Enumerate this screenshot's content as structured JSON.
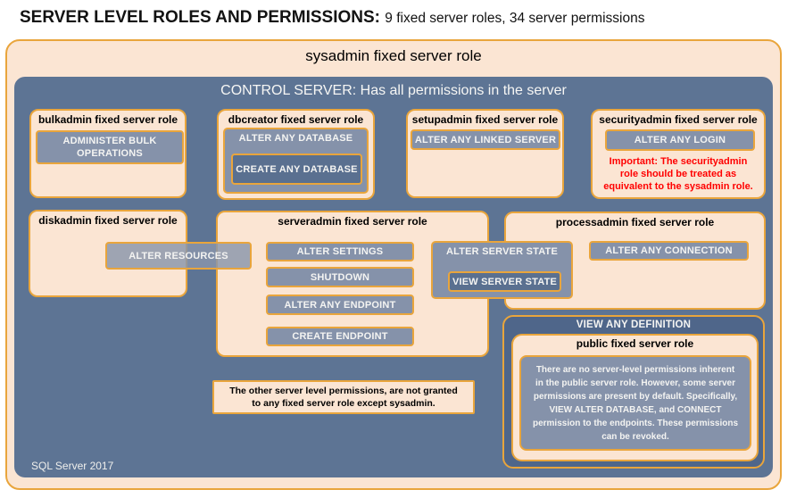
{
  "title": {
    "main": "SERVER LEVEL ROLES AND PERMISSIONS:",
    "subtitle": "9 fixed server roles, 34 server permissions"
  },
  "sysadmin": {
    "label": "sysadmin fixed server role"
  },
  "control": {
    "label": "CONTROL SERVER: Has all permissions in the server",
    "footer": "SQL Server 2017"
  },
  "roles": {
    "bulkadmin": {
      "title": "bulkadmin fixed server role",
      "perm": "ADMINISTER BULK\nOPERATIONS"
    },
    "dbcreator": {
      "title": "dbcreator fixed server role",
      "outer_perm": "ALTER ANY DATABASE",
      "inner_perm": "CREATE ANY DATABASE"
    },
    "setupadmin": {
      "title": "setupadmin fixed server role",
      "perm": "ALTER ANY LINKED SERVER"
    },
    "securityadmin": {
      "title": "securityadmin fixed server role",
      "perm": "ALTER ANY LOGIN",
      "warning": "Important: The securityadmin\nrole should be treated as\nequivalent to the sysadmin role."
    },
    "diskadmin": {
      "title": "diskadmin fixed server role",
      "perm": "ALTER RESOURCES"
    },
    "serveradmin": {
      "title": "serveradmin fixed server role",
      "perms": [
        "ALTER SETTINGS",
        "SHUTDOWN",
        "ALTER ANY ENDPOINT",
        "CREATE ENDPOINT"
      ],
      "shared_outer": "ALTER SERVER STATE",
      "shared_inner": "VIEW SERVER STATE"
    },
    "processadmin": {
      "title": "processadmin fixed server role",
      "perm": "ALTER ANY CONNECTION"
    },
    "public": {
      "container_label": "VIEW ANY DEFINITION",
      "title": "public fixed server role",
      "note": "There are no server-level permissions inherent\nin the public server role. However, some server\npermissions are present by default. Specifically,\nVIEW ALTER DATABASE, and CONNECT\npermission to the endpoints. These permissions\ncan be revoked."
    }
  },
  "note": "The other server level permissions, are not granted\nto any fixed server role except sysadmin.",
  "colors": {
    "peach_fill": "#FBE5D3",
    "gold_border": "#E9A53C",
    "control_blue": "#5D7494",
    "permission_gray_blue": "#8592AA",
    "nested_dark_blue": "#5A7090",
    "view_any_definition_blue": "#4F668A",
    "warning_red": "#FF0000",
    "white_text": "#F4F4F2"
  }
}
